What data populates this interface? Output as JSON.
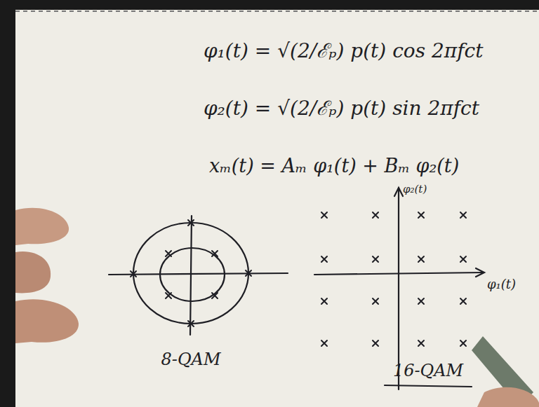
{
  "diagram": {
    "labels": [
      "φ₁(t) = √(2/ℰₚ) p(t) cos 2πfct",
      "φ₂(t) = √(2/ℰₚ) p(t) sin 2πfct",
      "xₘ(t) = Aₘ φ₁(t) + Bₘ φ₂(t)",
      "8-QAM",
      "16-QAM",
      "φ₂(t)",
      "φ₁(t)"
    ]
  }
}
